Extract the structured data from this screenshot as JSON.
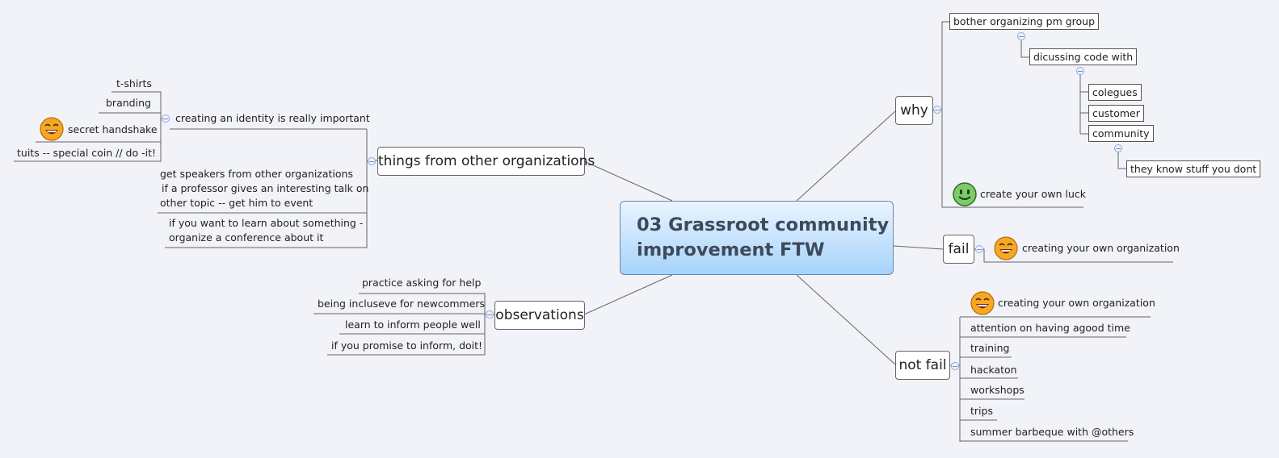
{
  "central": {
    "line1": "03  Grassroot community",
    "line2": "improvement FTW"
  },
  "why": {
    "label": "why",
    "bother": "bother organizing pm group",
    "discussing": "dicussing code with",
    "colleagues": "colegues",
    "customer": "customer",
    "community": "community",
    "know_stuff": "they know stuff you dont",
    "luck": "create your own luck"
  },
  "fail": {
    "label": "fail",
    "item": "creating your own organization"
  },
  "not_fail": {
    "label": "not fail",
    "items": [
      "creating your own organization",
      "attention on having agood time",
      "training",
      "hackaton",
      "workshops",
      "trips",
      "summer barbeque with @others"
    ]
  },
  "things": {
    "label": "things from other organizations",
    "identity": "creating an identity is really important",
    "tshirts": "t-shirts",
    "branding": "branding",
    "handshake": "secret handshake",
    "tuits": "tuits -- special coin // do -it!",
    "speakers": "get speakers from other organizations",
    "professor_1": "if a professor gives an interesting talk on",
    "professor_2": "other topic -- get him to event",
    "learn_1": "if you want to learn about something  -",
    "learn_2": "organize a conference about it"
  },
  "observations": {
    "label": "observations",
    "items": [
      "practice asking for help",
      "being incluseve for newcommers",
      "learn to inform people well",
      "if you promise to inform, doit!"
    ]
  },
  "colors": {
    "central_top": "#eaf4ff",
    "central_bottom": "#a6d3fb",
    "background": "#f1f3f8",
    "smiley_yellow": "#f7a823",
    "smiley_green": "#5cb85c"
  }
}
